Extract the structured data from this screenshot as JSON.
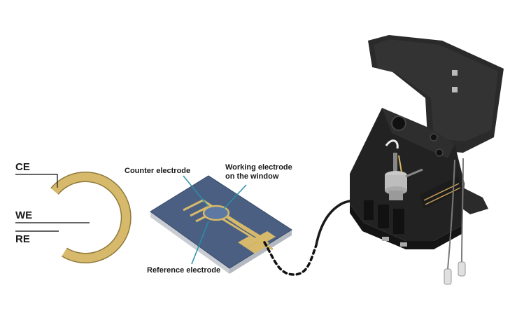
{
  "electrode_schematic": {
    "ce_label": "CE",
    "we_label": "WE",
    "re_label": "RE"
  },
  "sensor_chip": {
    "counter_label": "Counter electrode",
    "working_label_line1": "Working electrode",
    "working_label_line2": "on the window",
    "reference_label": "Reference electrode"
  },
  "colors": {
    "electrode_gold": "#d6b96a",
    "chip_blue": "#4a5f82",
    "device_black": "#222222",
    "cable": "#1a1a1a"
  }
}
